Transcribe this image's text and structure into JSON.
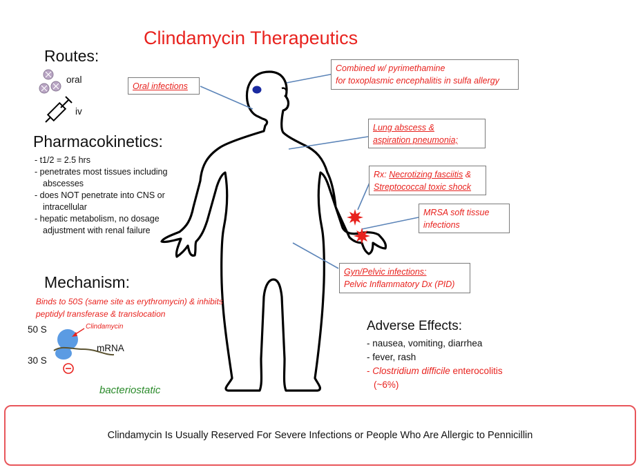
{
  "title": "Clindamycin Therapeutics",
  "routes": {
    "heading": "Routes:",
    "oral_label": "oral",
    "iv_label": "iv"
  },
  "pharmacokinetics": {
    "heading": "Pharmacokinetics:",
    "items": [
      "- t1/2 = 2.5 hrs",
      "- penetrates most tissues including abscesses",
      "- does NOT penetrate into CNS or intracellular",
      "- hepatic metabolism, no dosage adjustment with renal failure"
    ]
  },
  "mechanism": {
    "heading": "Mechanism:",
    "description": "Binds to 50S (same site as erythromycin) & inhibits peptidyl transferase & translocation",
    "label_50s": "50 S",
    "label_30s": "30 S",
    "label_drug": "Clindamycin",
    "label_mrna": "mRNA",
    "bacteriostatic": "bacteriostatic"
  },
  "callouts": {
    "oral_infections": "Oral infections",
    "toxo_line1": "Combined w/  pyrimethamine",
    "toxo_line2": "for toxoplasmic encephalitis in sulfa allergy",
    "lung_line1": "Lung abscess &",
    "lung_line2": "aspiration pneumonia;",
    "rx_prefix": "Rx: ",
    "rx_nec": "Necrotizing fasciitis",
    "rx_amp": " &",
    "rx_line2": "Streptococcal toxic shock",
    "mrsa_line1": "MRSA soft tissue",
    "mrsa_line2": "infections",
    "gyn_line1": "Gyn/Pelvic infections:",
    "gyn_line2": "Pelvic Inflammatory Dx (PID)"
  },
  "adverse_effects": {
    "heading": "Adverse Effects:",
    "item1": "- nausea, vomiting, diarrhea",
    "item2": "- fever, rash",
    "item3_dash": "- ",
    "item3_italic": "Clostridium difficile",
    "item3_rest": " enterocolitis",
    "item3_pct": "(~6%)"
  },
  "banner": "Clindamycin Is Usually Reserved For Severe Infections or People Who Are Allergic to Pennicillin",
  "colors": {
    "red": "#e8221e",
    "green": "#2a8a2a",
    "blue_line": "#5b84b8",
    "ribosome": "#5b9be3"
  }
}
